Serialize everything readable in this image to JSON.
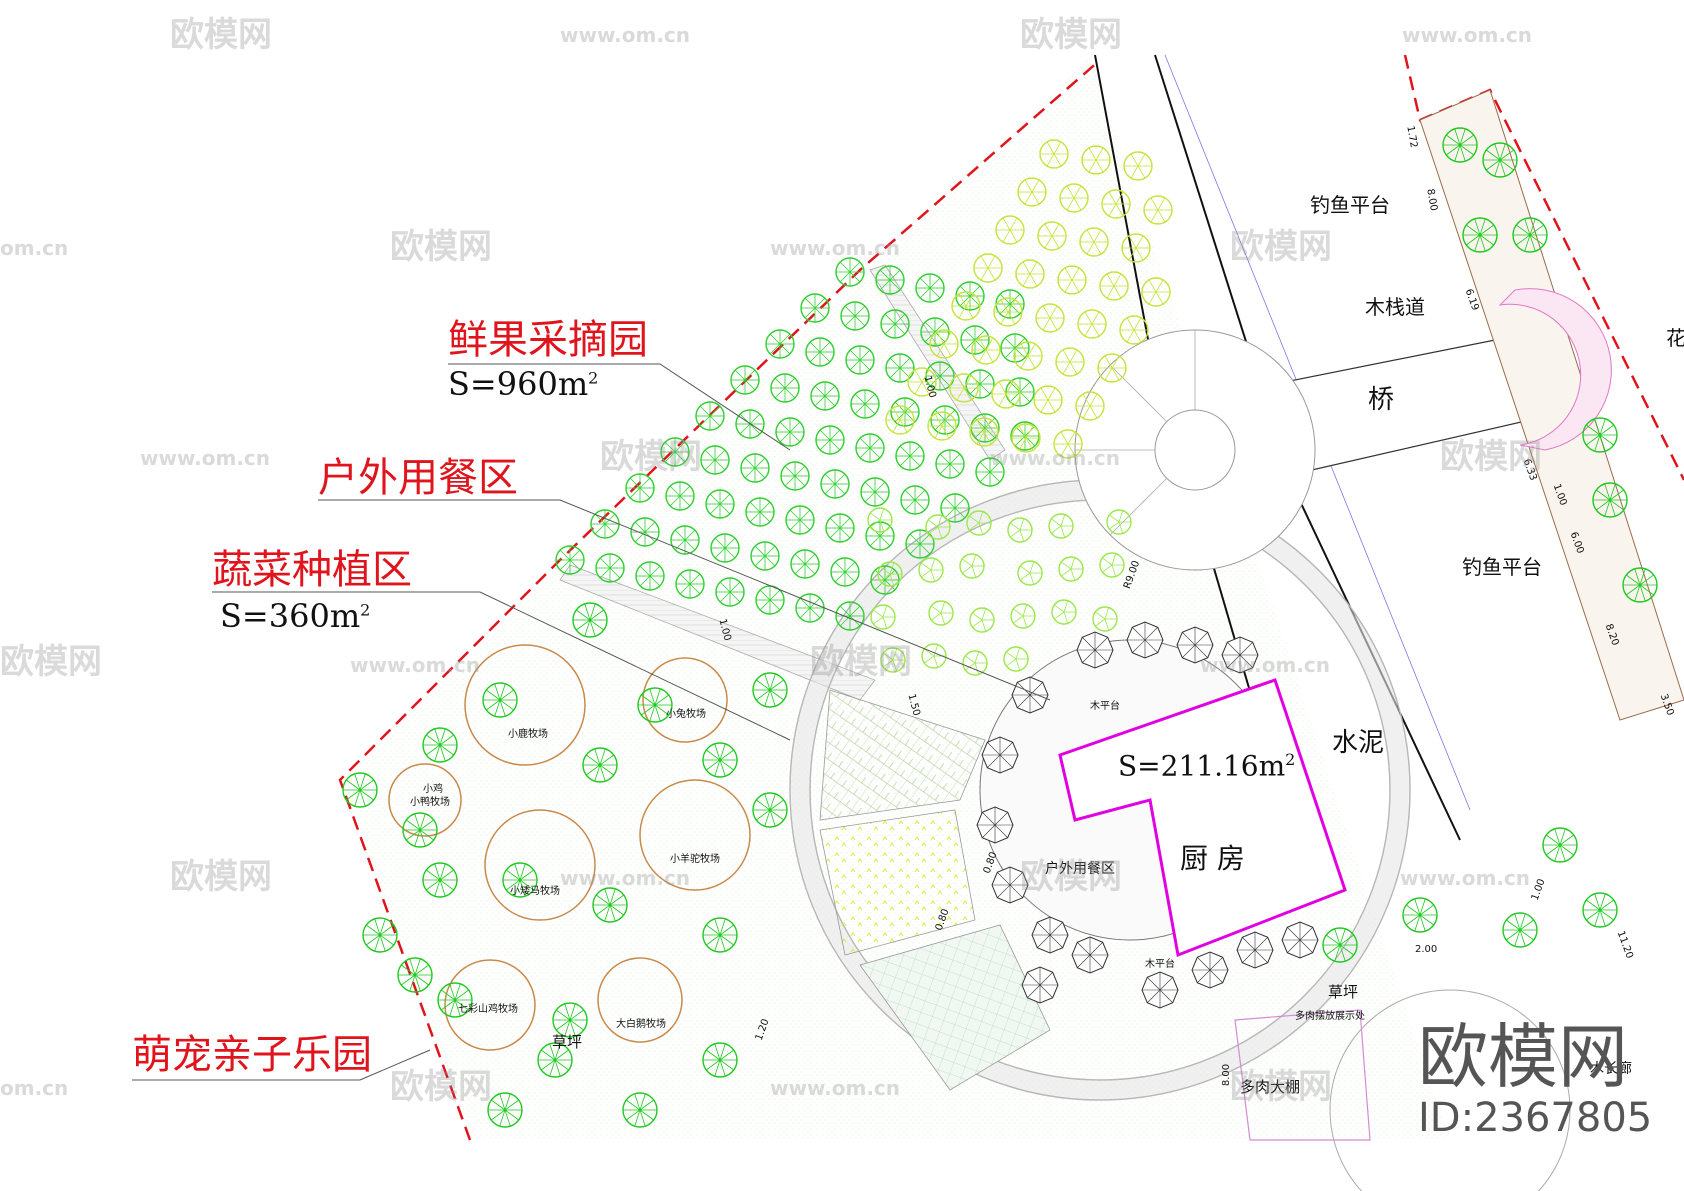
{
  "zones": {
    "fruit": {
      "title": "鲜果采摘园",
      "area": "S=960m",
      "unit_sup": "2"
    },
    "dining": {
      "title": "户外用餐区"
    },
    "vegetable": {
      "title": "蔬菜种植区",
      "area": "S=360m",
      "unit_sup": "2"
    },
    "pets": {
      "title": "萌宠亲子乐园"
    }
  },
  "building": {
    "area": "S=211.16m",
    "unit_sup": "2",
    "name": "厨 房"
  },
  "labels": {
    "bridge": "桥",
    "cement": "水泥",
    "fishing_platform_1": "钓鱼平台",
    "fishing_platform_2": "钓鱼平台",
    "boardwalk": "木栈道",
    "flower": "花",
    "lawn_1": "草坪",
    "lawn_2": "草坪",
    "succulent_shed": "多肉大棚",
    "outdoor_dining_small": "户外用餐区",
    "wood_platform_1": "木平台",
    "wood_platform_2": "木平台",
    "corridor": "木长廊",
    "succulent_display": "多肉摆放展示处"
  },
  "pastures": {
    "deer": "小鹿牧场",
    "rabbit": "小兔牧场",
    "chicken": "小鸡",
    "duck": "小鸭牧场",
    "pony": "小矮马牧场",
    "alpaca": "小羊驼牧场",
    "pheasant": "七彩山鸡牧场",
    "goose": "大白鹅牧场"
  },
  "dimensions": {
    "d1": "1.72",
    "d2": "8.00",
    "d3": "6.19",
    "d4": "6.33",
    "d5": "1.00",
    "d6": "6.00",
    "d7": "8.20",
    "d8": "3.50",
    "d9": "1.00",
    "d10": "1.00",
    "d11": "1.50",
    "d12": "R9.00",
    "d13": "0.80",
    "d14": "0.80",
    "d15": "1.20",
    "d16": "2.00",
    "d17": "8.00",
    "d18": "1.00",
    "d19": "11.20"
  },
  "watermarks": {
    "brand": "欧模网",
    "url": "www.om.cn",
    "url_short": "om.cn",
    "big_brand": "欧模网",
    "id": "ID:2367805"
  },
  "colors": {
    "boundary": "#e0141c",
    "building_outline": "#e000e0",
    "tree_green": "#2fcf2f",
    "light_green": "#9be84b",
    "yellow_green": "#d7ef37",
    "pasture_ring": "#c88a4a",
    "path": "#b8b8b8"
  }
}
